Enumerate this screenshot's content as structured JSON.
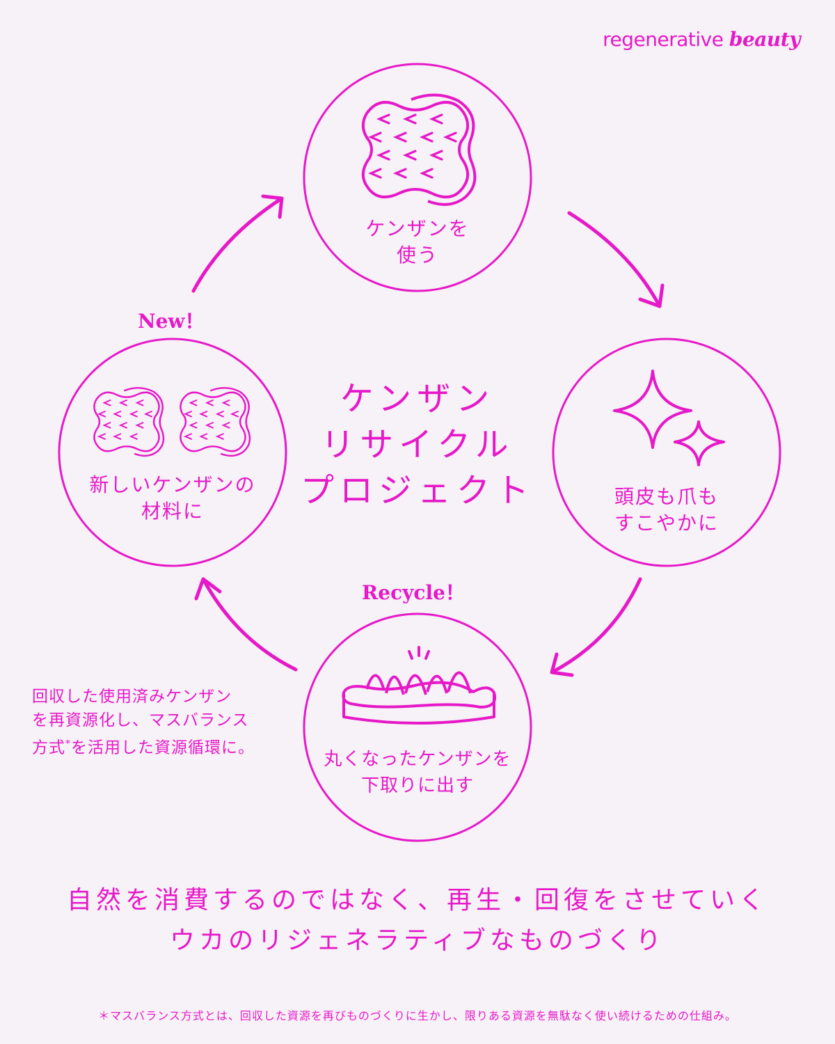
{
  "brand": {
    "part1": "regenerative",
    "part2": "beauty"
  },
  "steps": {
    "use": {
      "line1": "ケンザンを",
      "line2": "使う"
    },
    "healthy": {
      "line1": "頭皮も爪も",
      "line2": "すこやかに"
    },
    "tradein": {
      "line1": "丸くなったケンザンを",
      "line2": "下取りに出す"
    },
    "material": {
      "line1": "新しいケンザンの",
      "line2": "材料に"
    }
  },
  "tags": {
    "new": "New！",
    "recycle": "Recycle！"
  },
  "center_title": {
    "line1": "ケンザン",
    "line2": "リサイクル",
    "line3": "プロジェクト"
  },
  "note": {
    "line1": "回収した使用済みケンザン",
    "line2": "を再資源化し、マスバランス",
    "line3a": "方式",
    "line3_mark": "*",
    "line3b": "を活用した資源循環に。"
  },
  "tagline": {
    "line1": "自然を消費するのではなく、再生・回復をさせていく",
    "line2": "ウカのリジェネラティブなものづくり"
  },
  "footnote": "＊マスバランス方式とは、回収した資源を再びものづくりに生かし、限りある資源を無駄なく使い続けるための仕組み。",
  "colors": {
    "accent": "#e619c8",
    "background": "#f7f2f7"
  },
  "icons": [
    "kenzan-brush-icon",
    "sparkle-icon",
    "worn-kenzan-icon",
    "two-kenzan-brushes-icon",
    "cycle-arrow-icon"
  ]
}
